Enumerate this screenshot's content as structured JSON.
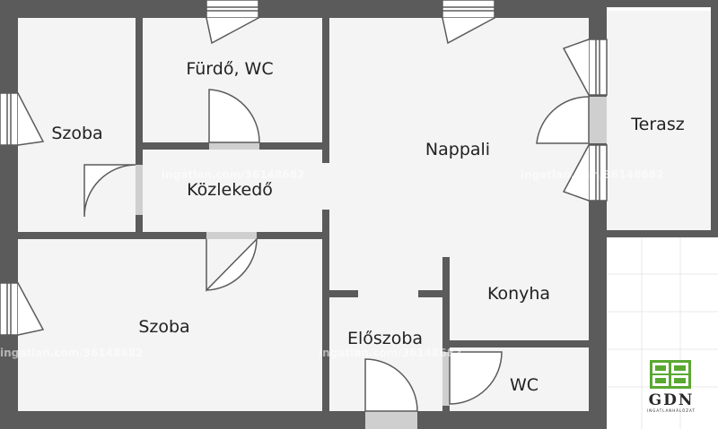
{
  "rooms": {
    "szoba_top": "Szoba",
    "furdo": "Fürdő, WC",
    "nappali": "Nappali",
    "terasz": "Terasz",
    "kozlekedo": "Közlekedő",
    "konyha": "Konyha",
    "szoba_bottom": "Szoba",
    "eloszoba": "Előszoba",
    "wc": "WC"
  },
  "watermark": "ingatlan.com/36148682",
  "logo": {
    "name": "GDN",
    "tagline": "INGATLANHÁLÓZAT"
  },
  "colors": {
    "wall": "#5b5b5b",
    "floor": "#f4f4f4",
    "door_gap": "#cfcfcf",
    "logo_green": "#5aa832"
  }
}
